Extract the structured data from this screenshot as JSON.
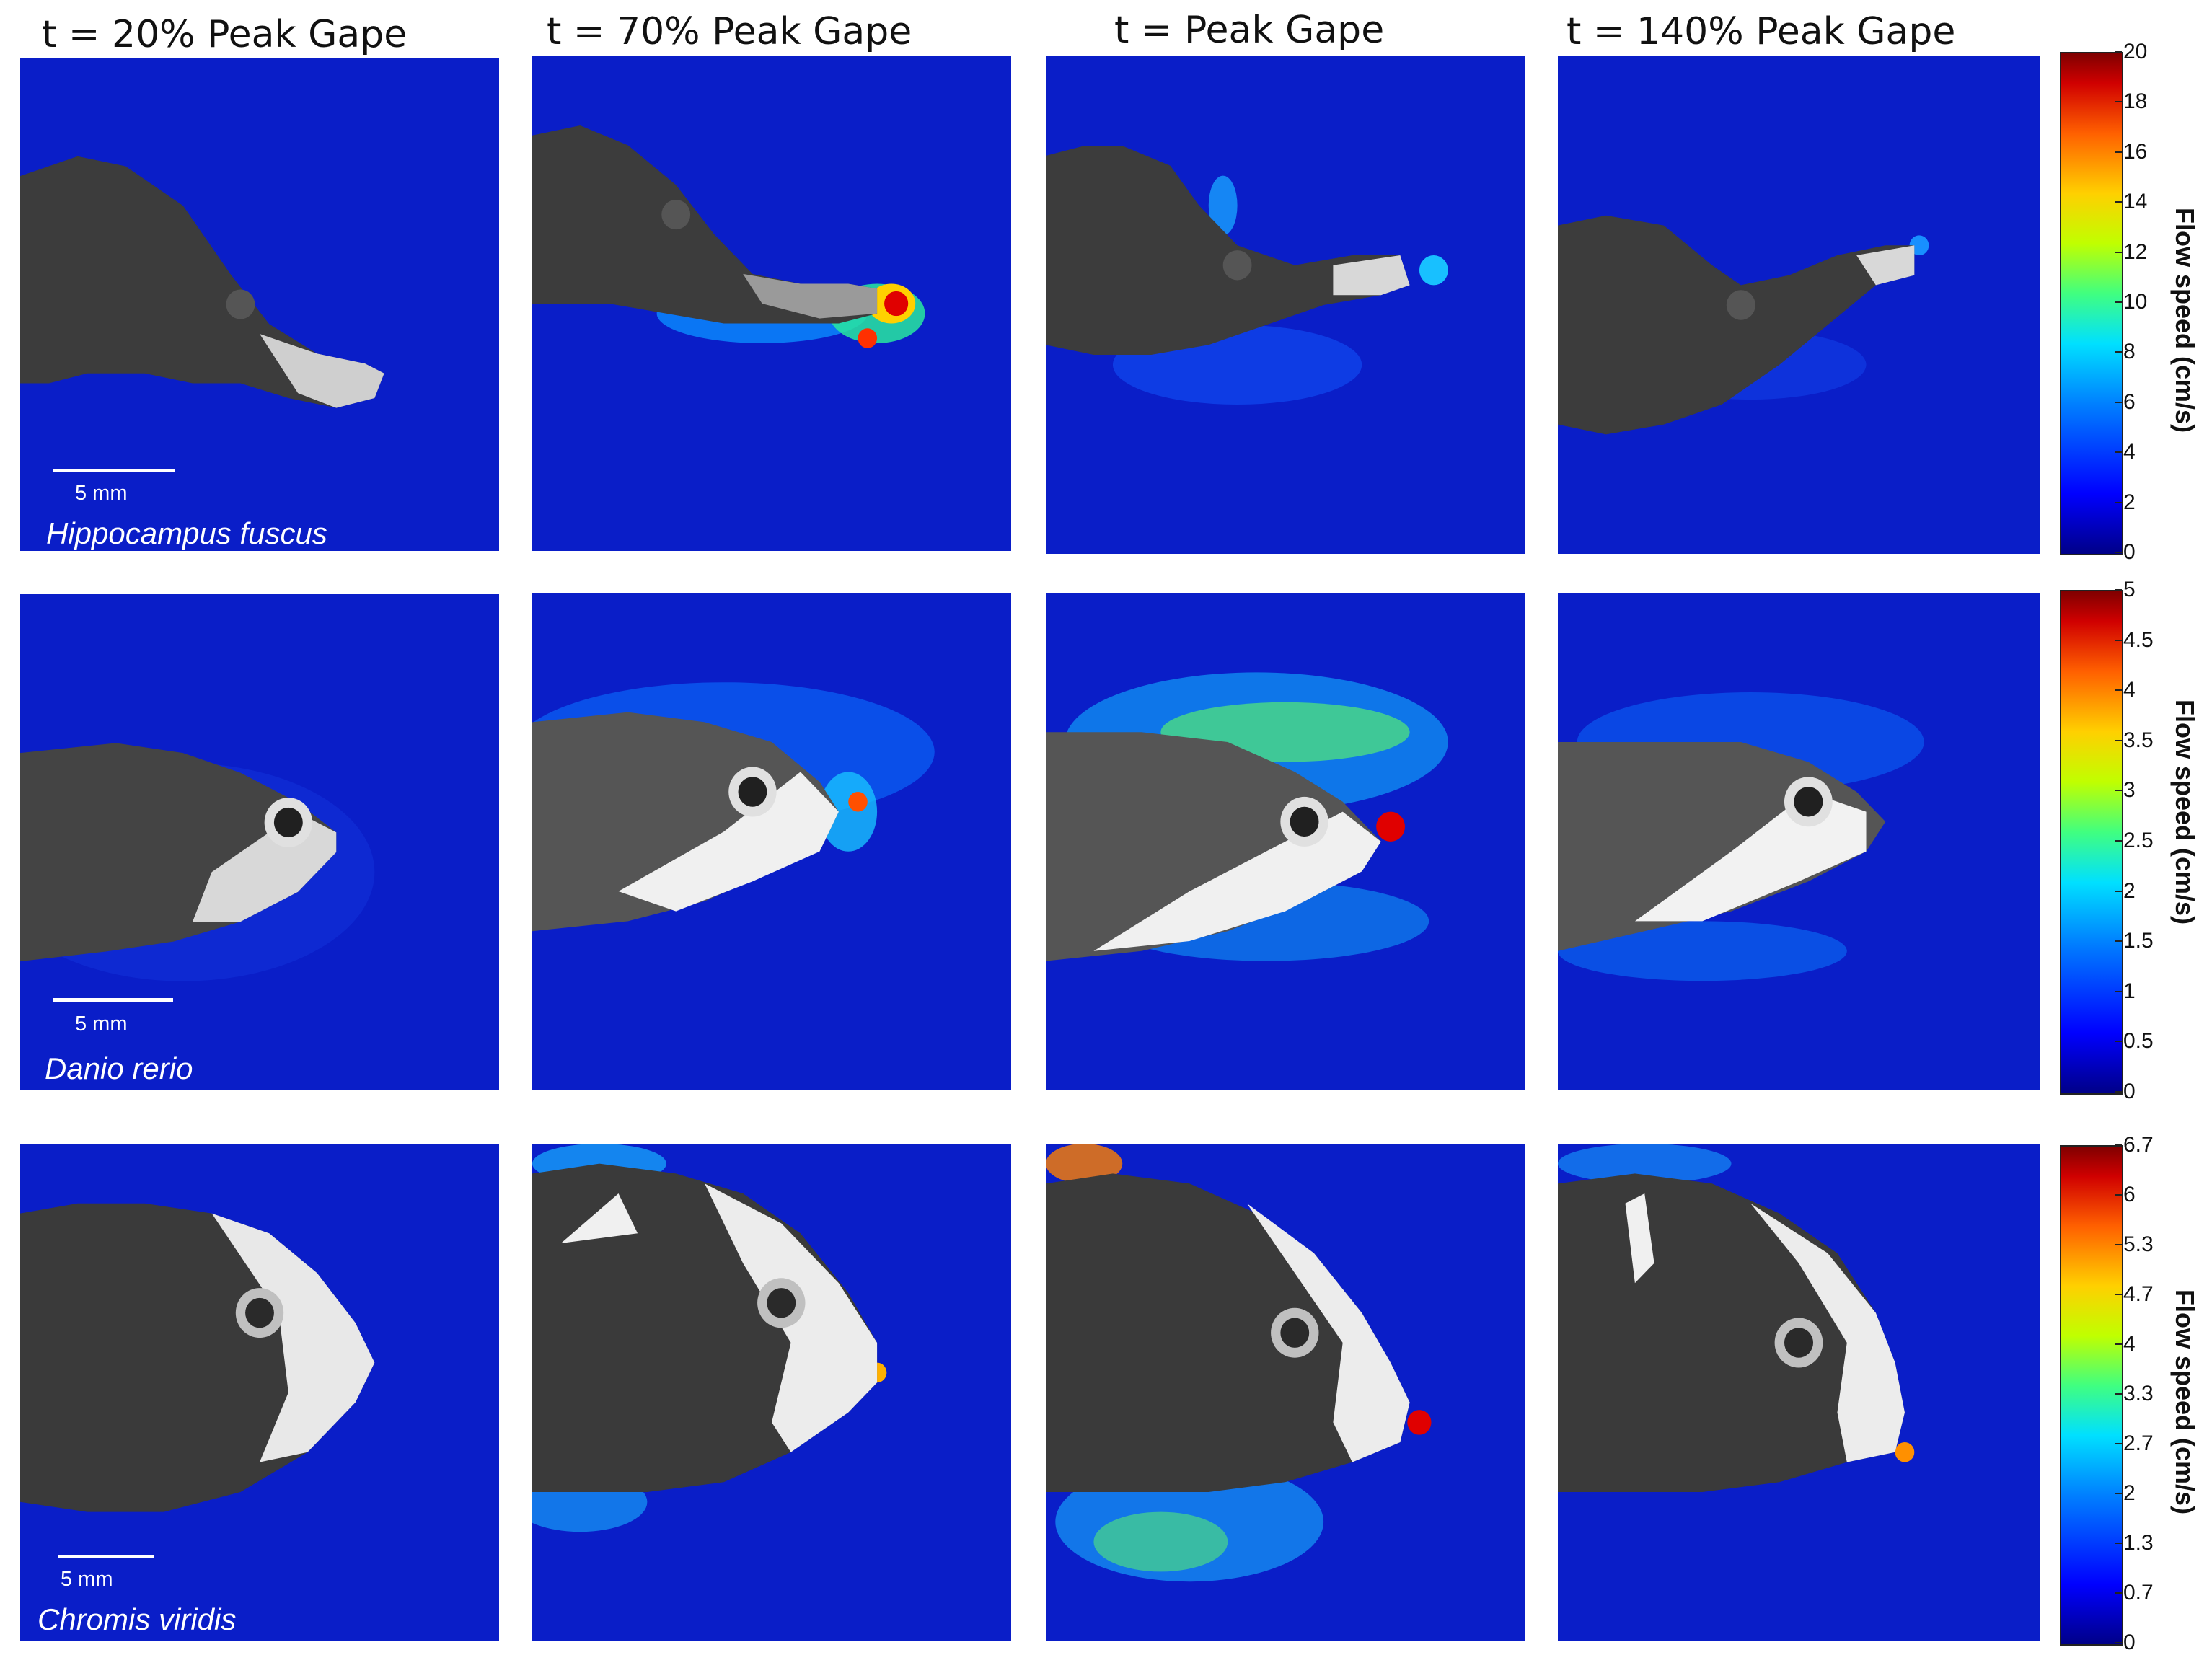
{
  "columns": [
    {
      "title": "t = 20% Peak Gape"
    },
    {
      "title": "t = 70% Peak Gape"
    },
    {
      "title": "t = Peak Gape"
    },
    {
      "title": "t = 140% Peak Gape"
    }
  ],
  "rows": [
    {
      "species": "Hippocampus fuscus",
      "scale_label": "5 mm",
      "colorbar": {
        "label": "Flow speed (cm/s)",
        "ticks": [
          "20",
          "18",
          "16",
          "14",
          "12",
          "10",
          "8",
          "6",
          "4",
          "2",
          "0"
        ]
      }
    },
    {
      "species": "Danio rerio",
      "scale_label": "5 mm",
      "colorbar": {
        "label": "Flow speed (cm/s)",
        "ticks": [
          "5",
          "4.5",
          "4",
          "3.5",
          "3",
          "2.5",
          "2",
          "1.5",
          "1",
          "0.5",
          "0"
        ]
      }
    },
    {
      "species": "Chromis viridis",
      "scale_label": "5 mm",
      "colorbar": {
        "label": "Flow speed (cm/s)",
        "ticks": [
          "6.7",
          "6",
          "5.3",
          "4.7",
          "4",
          "3.3",
          "2.7",
          "2",
          "1.3",
          "0.7",
          "0"
        ]
      }
    }
  ],
  "colors": {
    "background_flow": "#0a1ec8",
    "fish_body": "#3a3a3a",
    "fish_highlight": "#e8e8e8"
  }
}
